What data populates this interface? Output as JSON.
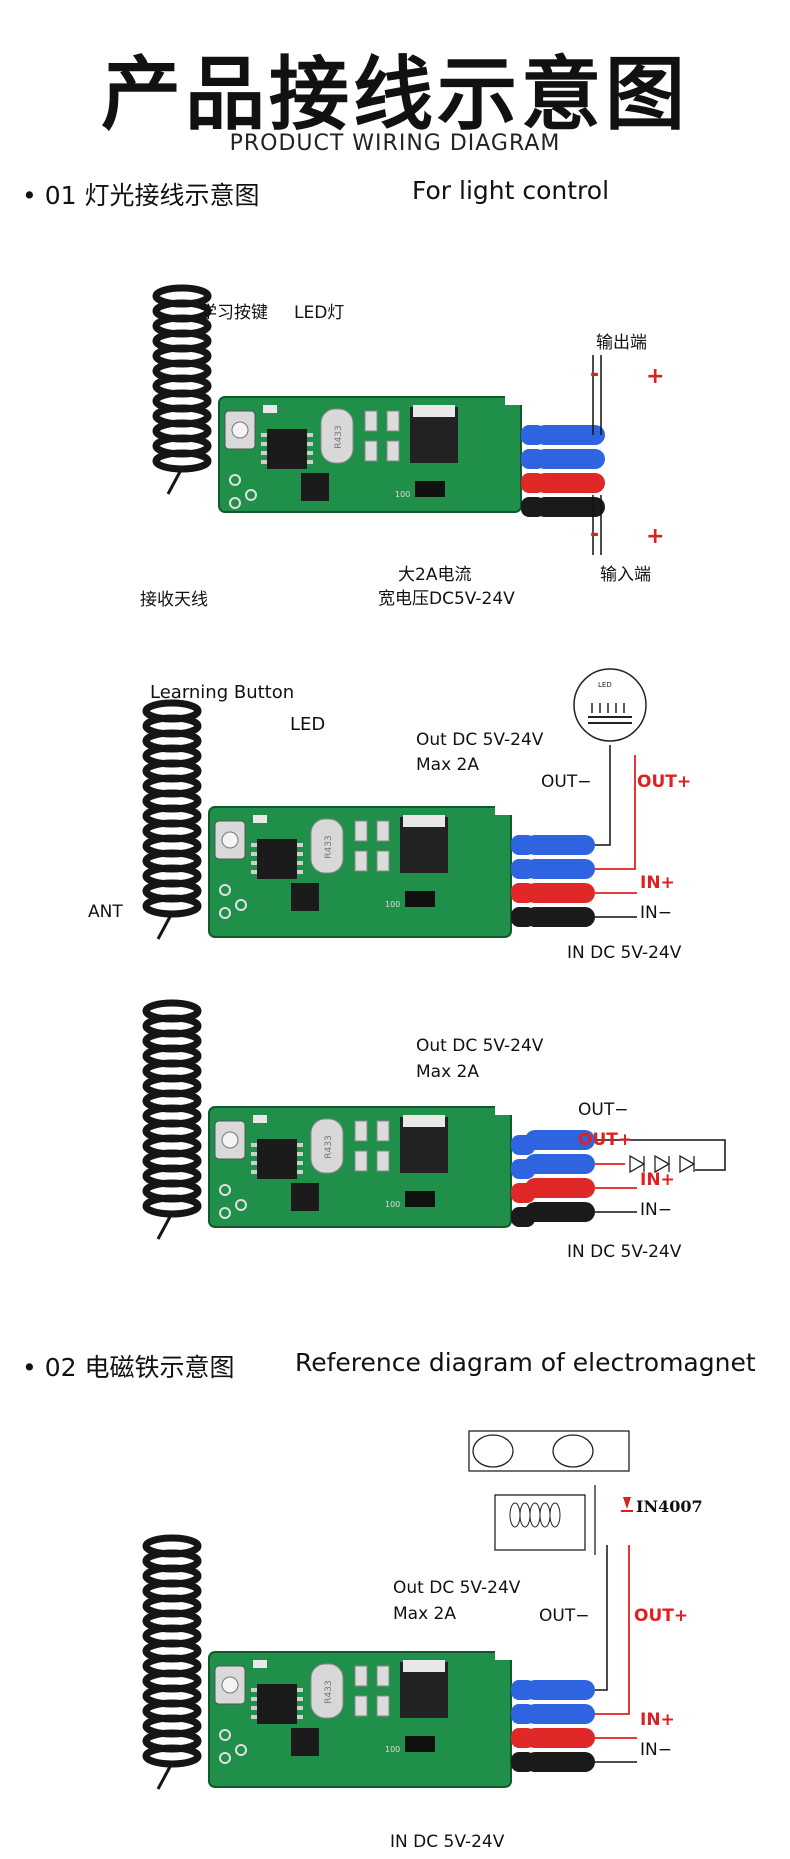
{
  "header": {
    "title": "产品接线示意图",
    "subtitle": "PRODUCT WIRING DIAGRAM"
  },
  "section1": {
    "heading_cn": "• 01 灯光接线示意图",
    "heading_en": "For light control",
    "diagram1": {
      "learn_button": "学习按键",
      "led": "LED灯",
      "output": "输出端",
      "minus_top": "-",
      "plus_top": "+",
      "minus_bottom": "-",
      "plus_bottom": "+",
      "input": "输入端",
      "antenna": "接收天线",
      "current": "大2A电流",
      "voltage": "宽电压DC5V-24V"
    },
    "diagram2": {
      "learning_button": "Learning Button",
      "led": "LED",
      "out_dc": "Out DC 5V-24V",
      "max": "Max 2A",
      "out_minus": "OUT−",
      "out_plus": "OUT+",
      "in_plus": "IN+",
      "in_minus": "IN−",
      "ant": "ANT",
      "in_dc": "IN DC 5V-24V",
      "lamp_label": "LED"
    },
    "diagram3": {
      "out_dc": "Out DC 5V-24V",
      "max": "Max 2A",
      "out_minus": "OUT−",
      "out_plus": "OUT+",
      "in_plus": "IN+",
      "in_minus": "IN−",
      "in_dc": "IN DC 5V-24V"
    }
  },
  "section2": {
    "heading_cn": "• 02 电磁铁示意图",
    "heading_en": "Reference diagram of electromagnet",
    "diagram4": {
      "diode": "IN4007",
      "out_dc": "Out DC 5V-24V",
      "max": "Max 2A",
      "out_minus": "OUT−",
      "out_plus": "OUT+",
      "in_plus": "IN+",
      "in_minus": "IN−",
      "in_dc": "IN DC 5V-24V"
    }
  },
  "board": {
    "crystal": "R433",
    "chip_marking": "100"
  },
  "colors": {
    "pcb": "#1f8f4a",
    "wire_blue": "#2f64e0",
    "wire_red": "#e02828",
    "wire_black": "#1a1a1a",
    "antenna": "#151515",
    "accent_red": "#e02020"
  }
}
